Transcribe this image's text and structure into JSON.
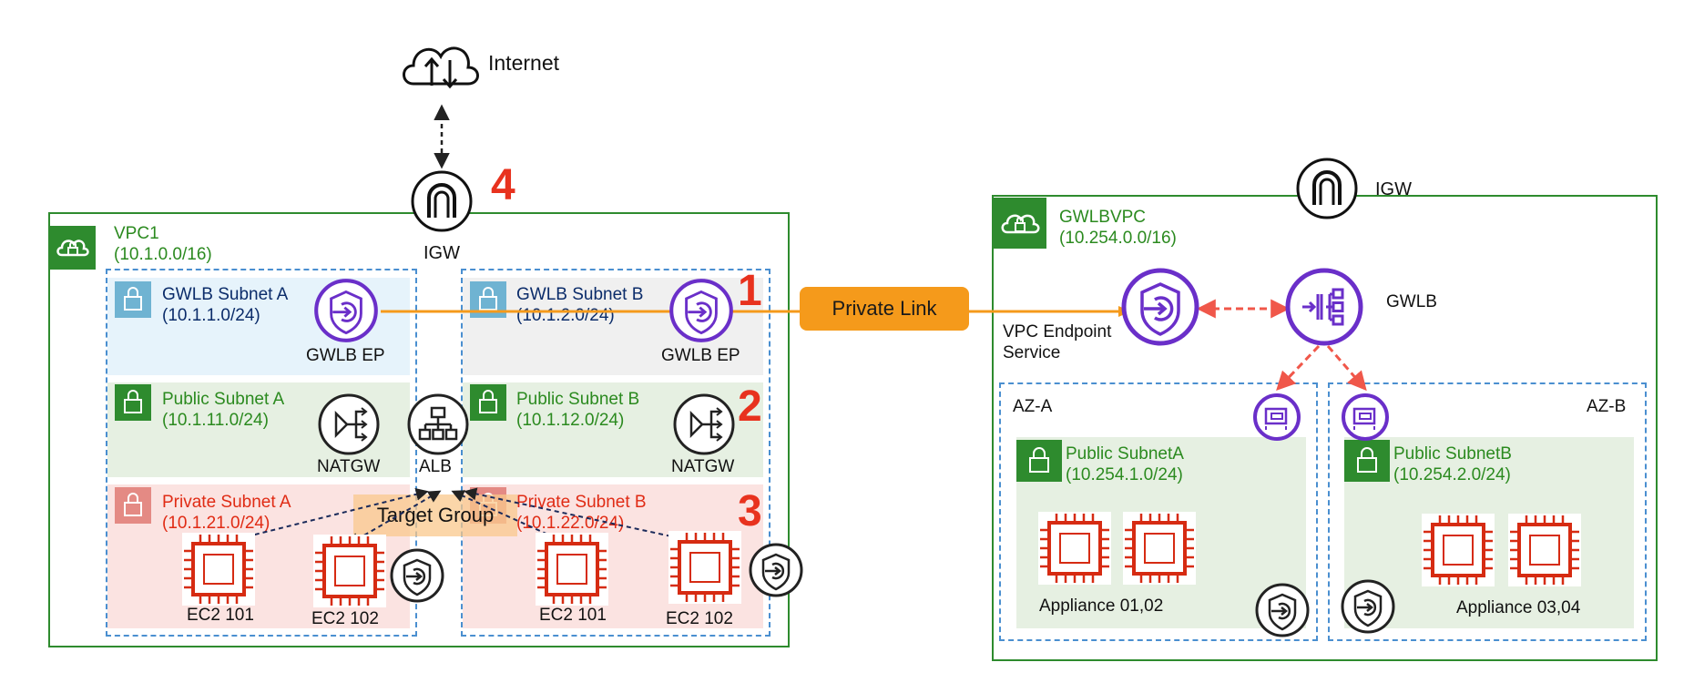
{
  "internet": {
    "label": "Internet"
  },
  "vpc1": {
    "name": "VPC1\n(10.1.0.0/16)",
    "igw_label": "IGW",
    "step4": "4",
    "alb_label": "ALB",
    "target_group": "Target Group",
    "subnets": {
      "gwlb_a": "GWLB Subnet A\n(10.1.1.0/24)",
      "gwlb_b": "GWLB Subnet B\n(10.1.2.0/24)",
      "public_a": "Public Subnet A\n(10.1.11.0/24)",
      "public_b": "Public Subnet B\n(10.1.12.0/24)",
      "private_a": "Private Subnet A\n(10.1.21.0/24)",
      "private_b": "Private Subnet B\n(10.1.22.0/24)"
    },
    "gwlb_ep_label": "GWLB EP",
    "natgw_label": "NATGW",
    "ec2_101": "EC2 101",
    "ec2_102": "EC2 102",
    "steps": [
      "1",
      "2",
      "3"
    ]
  },
  "private_link": "Private Link",
  "gwlbvpc": {
    "name": "GWLBVPC\n(10.254.0.0/16)",
    "igw_label": "IGW",
    "endpoint_service": "VPC Endpoint\nService",
    "gwlb_label": "GWLB",
    "az_a": "AZ-A",
    "az_b": "AZ-B",
    "subnet_a": "Public SubnetA\n(10.254.1.0/24)",
    "subnet_b": "Public SubnetB\n(10.254.2.0/24)",
    "appliance_a": "Appliance 01,02",
    "appliance_b": "Appliance 03,04"
  },
  "colors": {
    "vpc_green": "#2e8b2e",
    "subnet_blue_bg": "#e6f3fb",
    "subnet_grey_bg": "#f0f0f0",
    "subnet_green_bg": "#e6f0e2",
    "subnet_red_bg": "#fbe3e1",
    "gwlb_purple": "#6a2fc9",
    "ec2_red": "#d62b12",
    "private_link_orange": "#f59a1b",
    "dashed_red": "#f0574a"
  }
}
